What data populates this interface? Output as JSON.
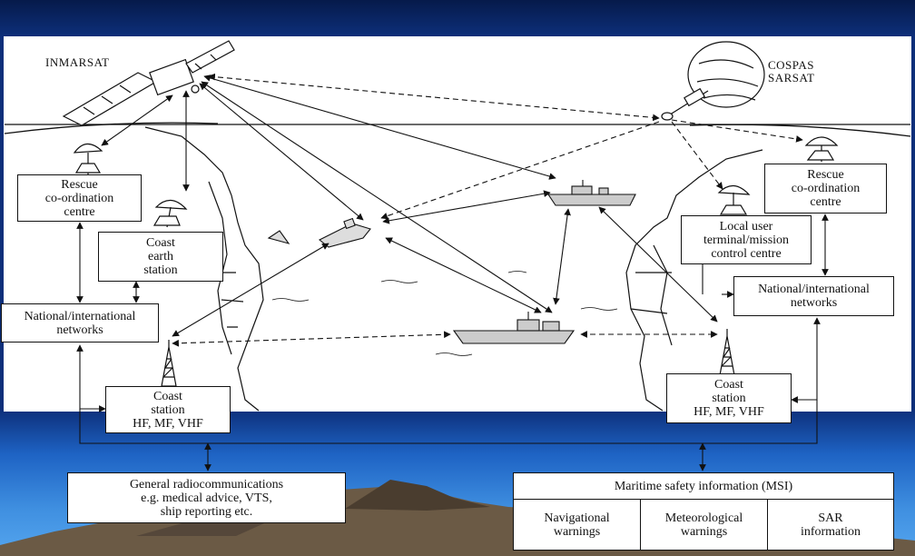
{
  "satellites": {
    "inmarsat": "INMARSAT",
    "cospas_sarsat": "COSPAS\nSARSAT"
  },
  "left": {
    "rescue_centre": "Rescue\nco-ordination\ncentre",
    "coast_earth_station": "Coast\nearth\nstation",
    "national_networks": "National/international\nnetworks",
    "coast_station": "Coast\nstation\nHF, MF, VHF"
  },
  "right": {
    "rescue_centre": "Rescue\nco-ordination\ncentre",
    "local_user_terminal": "Local user\nterminal/mission\ncontrol centre",
    "national_networks": "National/international\nnetworks",
    "coast_station": "Coast\nstation\nHF, MF, VHF"
  },
  "bottom": {
    "general_radio": "General radiocommunications\ne.g. medical advice, VTS,\nship reporting etc.",
    "msi_title": "Maritime safety information (MSI)",
    "msi_items": [
      "Navigational\nwarnings",
      "Meteorological\nwarnings",
      "SAR\ninformation"
    ]
  },
  "colors": {
    "background_top": "#061a4a",
    "background_bottom": "#55a6ef",
    "panel": "#ffffff",
    "ink": "#111111",
    "mountain": "#6b5a45"
  }
}
